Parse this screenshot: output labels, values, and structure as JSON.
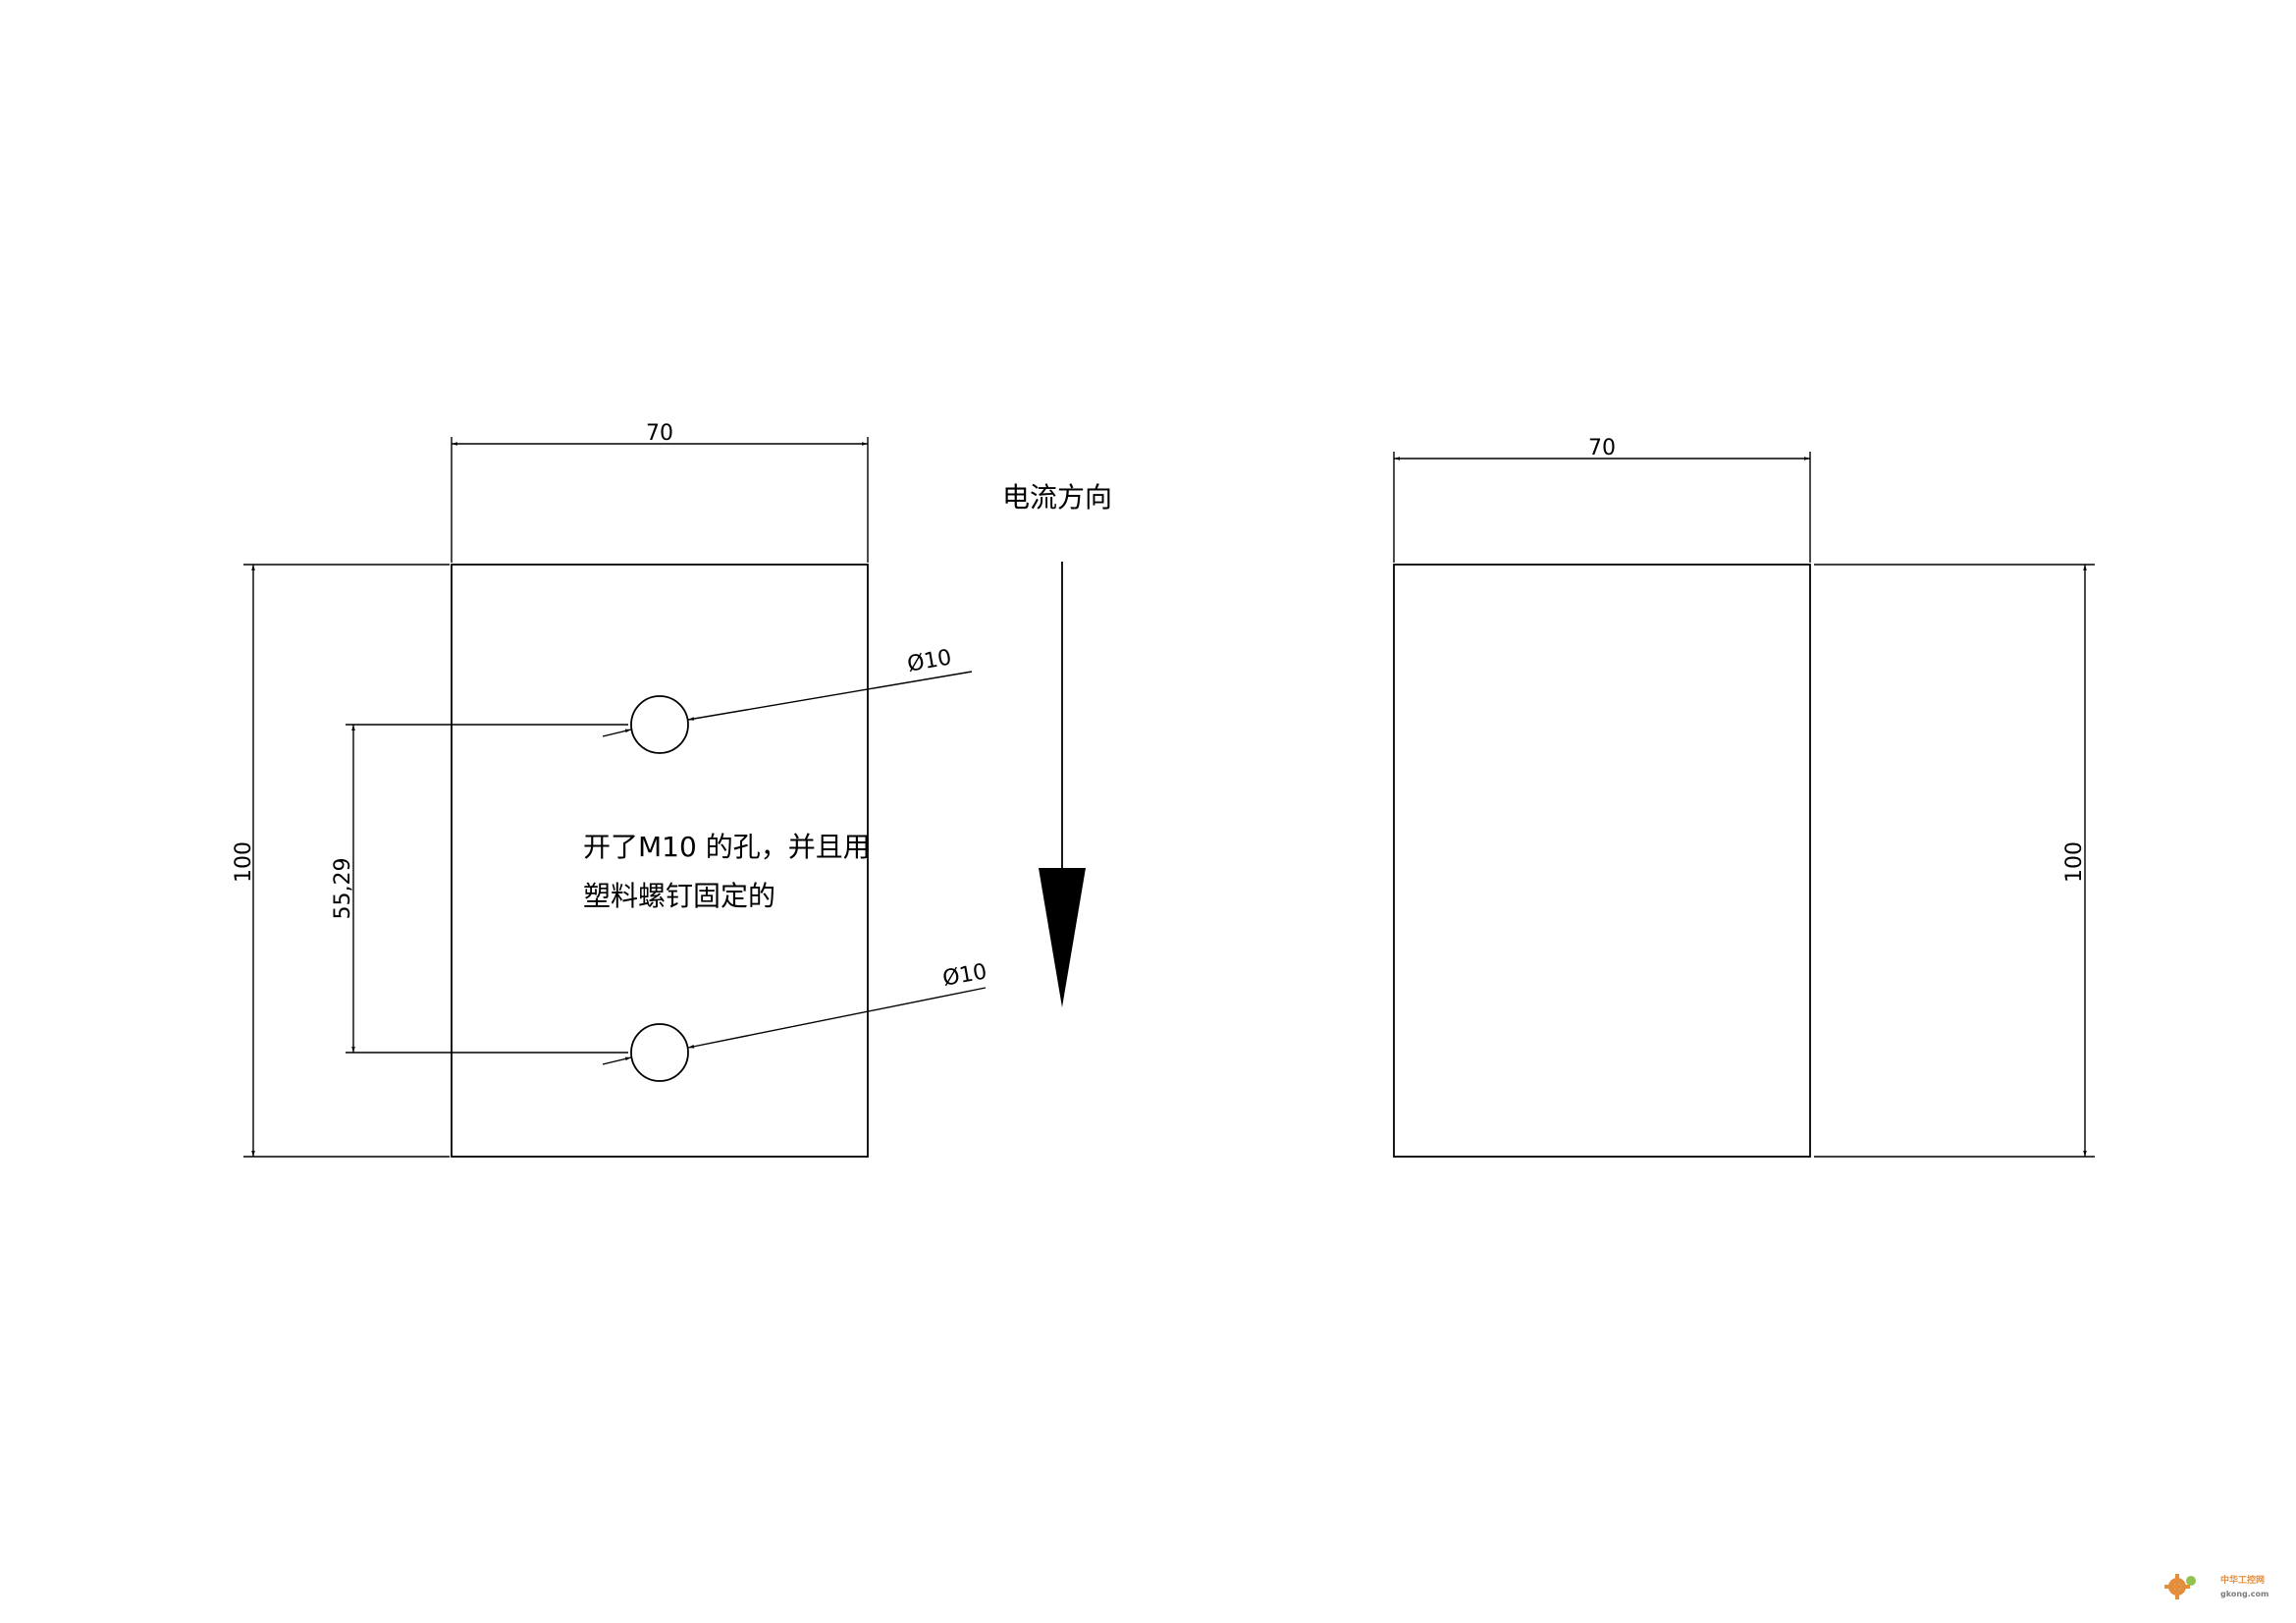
{
  "left_view": {
    "width_dim": "70",
    "height_dim": "100",
    "spacing_dim": "55,29",
    "hole_top_label": "Ø10",
    "hole_bottom_label": "Ø10",
    "note_line1": "开了M10 的孔，并且用",
    "note_line2": "塑料螺钉固定的"
  },
  "current_direction": {
    "label": "电流方向"
  },
  "right_view": {
    "width_dim": "70",
    "height_dim": "100"
  },
  "watermark": {
    "text": "中华工控网",
    "url_text": "gkong.com",
    "icon": "gear-icon",
    "color": "#e07a1a"
  }
}
